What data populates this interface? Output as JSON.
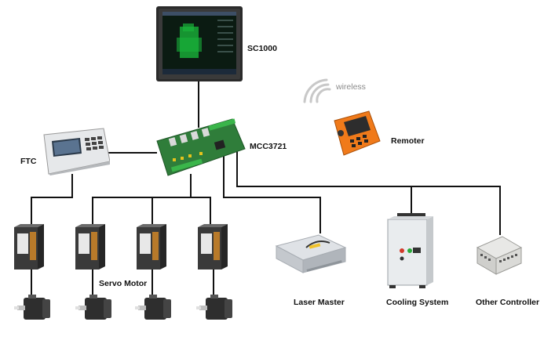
{
  "labels": {
    "sc1000": "SC1000",
    "mcc3721": "MCC3721",
    "ftc": "FTC",
    "wireless": "wireless",
    "remoter": "Remoter",
    "servo_motor": "Servo Motor",
    "laser_master": "Laser Master",
    "cooling_system": "Cooling System",
    "other_controller": "Other Controller"
  },
  "colors": {
    "wire": "#111111",
    "monitor_frame": "#2a2a2a",
    "screen": "#0b1b12",
    "circuit_board": "#2f7d3a",
    "remoter_body": "#f07a1a"
  },
  "icons": [
    "monitor-icon",
    "circuit-board-icon",
    "ftc-panel-icon",
    "wireless-icon",
    "remote-control-icon",
    "servo-drive-icon",
    "servo-motor-icon",
    "laser-source-icon",
    "cooling-cabinet-icon",
    "plc-icon"
  ]
}
